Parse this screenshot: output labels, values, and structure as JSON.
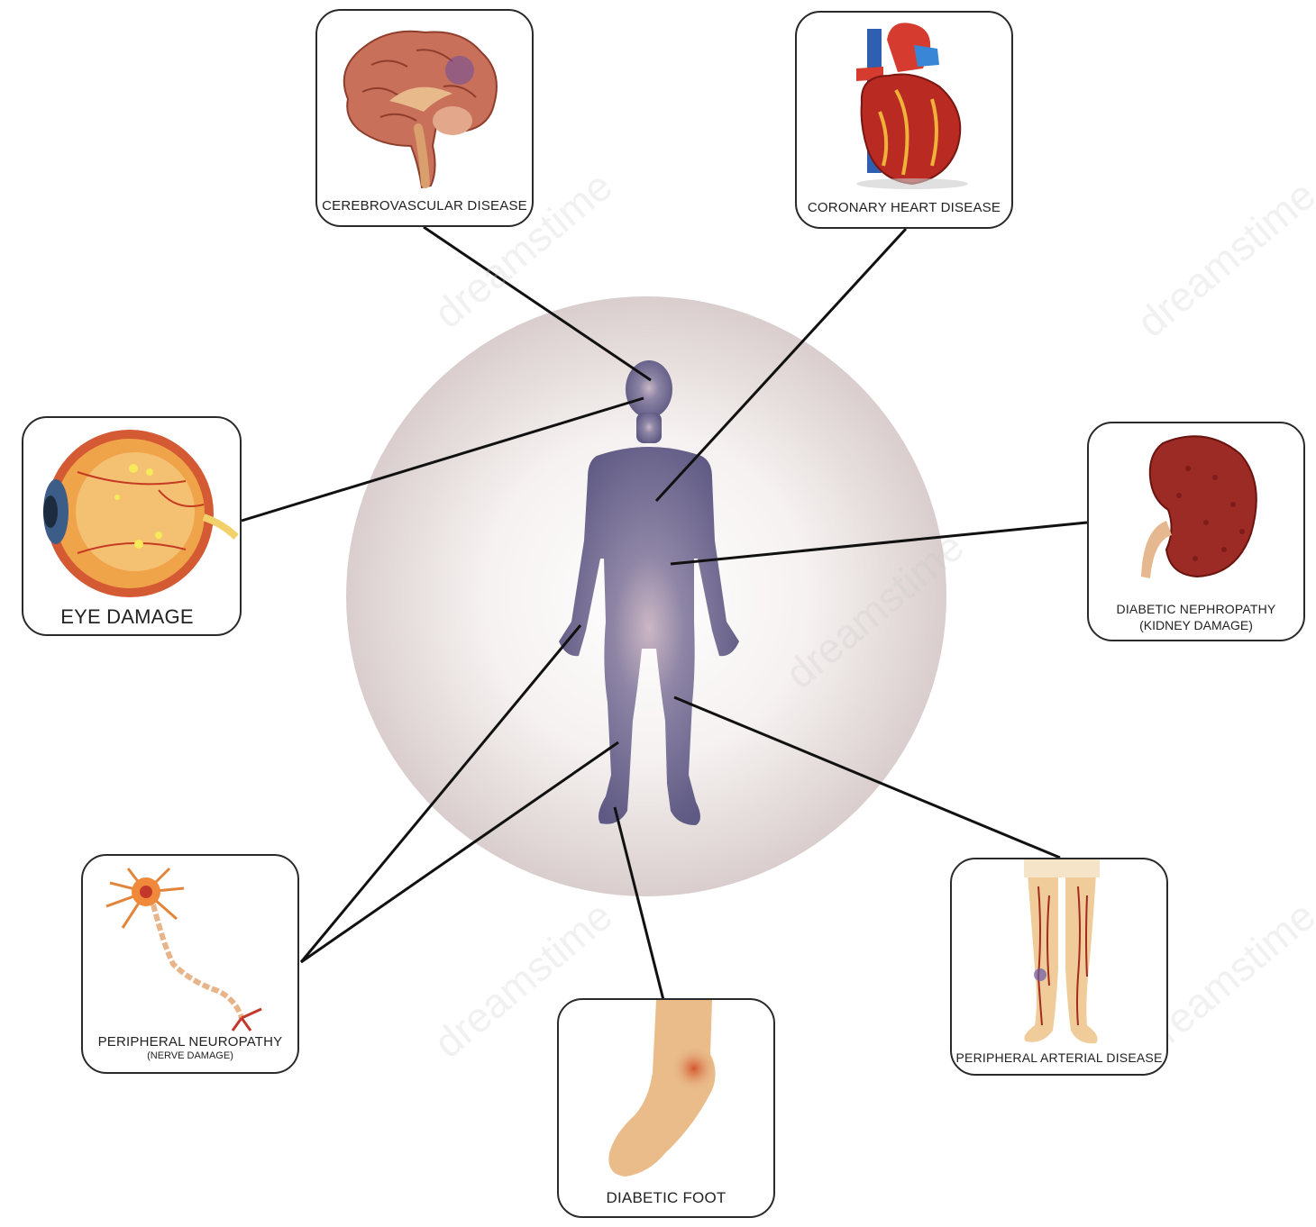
{
  "center": {
    "figure": "human-body-silhouette"
  },
  "cards": {
    "cerebrovascular": {
      "label": "CEREBROVASCULAR DISEASE",
      "icon": "brain-icon"
    },
    "coronary": {
      "label": "CORONARY HEART DISEASE",
      "icon": "heart-icon"
    },
    "eye": {
      "label": "EYE DAMAGE",
      "icon": "eye-icon"
    },
    "nephropathy": {
      "label": "DIABETIC NEPHROPATHY",
      "sublabel": "(KIDNEY DAMAGE)",
      "icon": "kidney-icon"
    },
    "neuropathy": {
      "label": "PERIPHERAL NEUROPATHY",
      "sublabel": "(NERVE DAMAGE)",
      "icon": "neuron-icon"
    },
    "foot": {
      "label": "DIABETIC FOOT",
      "icon": "foot-icon"
    },
    "arterial": {
      "label": "PERIPHERAL ARTERIAL DISEASE",
      "icon": "legs-icon"
    }
  },
  "watermark": {
    "text": "dreamstime"
  },
  "colors": {
    "silhouette": "#6f6a8e",
    "circle": "#d7cdcc",
    "line": "#111111",
    "border": "#2a2a2a"
  }
}
